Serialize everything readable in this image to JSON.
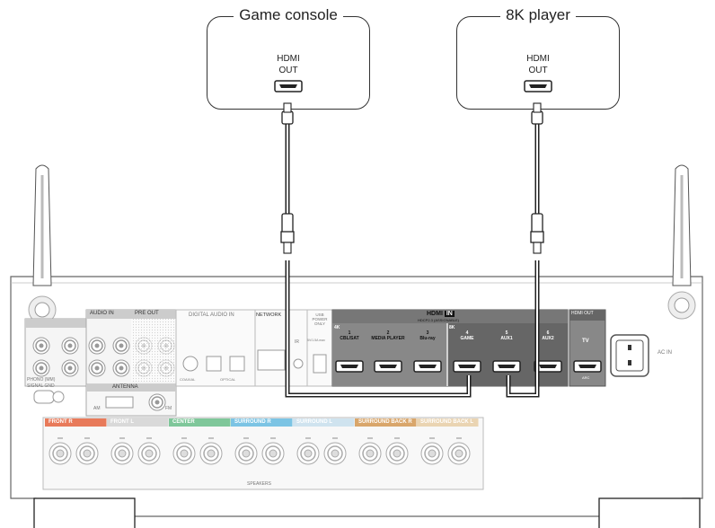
{
  "devices": [
    {
      "title": "Game console",
      "port_line1": "HDMI",
      "port_line2": "OUT"
    },
    {
      "title": "8K player",
      "port_line1": "HDMI",
      "port_line2": "OUT"
    }
  ],
  "receiver": {
    "hdmi_in_header": "HDMI",
    "hdmi_in_badge": "IN",
    "hdcp_label": "HDCP2.3 (ASSIGNABLE)",
    "hdmi_inputs": [
      {
        "num": "1",
        "name": "CBL/SAT"
      },
      {
        "num": "2",
        "name": "MEDIA PLAYER"
      },
      {
        "num": "3",
        "name": "Blu-ray"
      },
      {
        "num": "4",
        "name": "GAME"
      },
      {
        "num": "5",
        "name": "AUX1"
      },
      {
        "num": "6",
        "name": "AUX2"
      }
    ],
    "group_4k": "4K",
    "group_8k": "8K",
    "hdmi_out_header": "HDMI OUT",
    "hdmi_out_tv": "TV",
    "hdmi_out_arc": "ARC",
    "network": "NETWORK",
    "usb": "USB POWER ONLY",
    "usb_rating": "5V/1.5A max",
    "ir": "IR",
    "digital_audio": "DIGITAL AUDIO IN",
    "coaxial": "COAXIAL",
    "optical": "OPTICAL",
    "audio_in": "AUDIO IN",
    "pre_out": "PRE OUT",
    "phono": "PHONO (MM)",
    "signal_gnd": "SIGNAL GND",
    "antenna": "ANTENNA",
    "am": "AM",
    "fm": "FM",
    "ac_in": "AC IN",
    "speakers": "SPEAKERS",
    "speaker_groups": [
      {
        "label": "FRONT R",
        "color": "#e87a5a"
      },
      {
        "label": "FRONT L",
        "color": "#d9d9d9"
      },
      {
        "label": "CENTER",
        "color": "#7fc79a"
      },
      {
        "label": "SURROUND R",
        "color": "#7cc4e4"
      },
      {
        "label": "SURROUND L",
        "color": "#cfe3ef"
      },
      {
        "label": "SURROUND BACK R",
        "color": "#d9a66b"
      },
      {
        "label": "SURROUND BACK L",
        "color": "#ead4b2"
      }
    ]
  }
}
